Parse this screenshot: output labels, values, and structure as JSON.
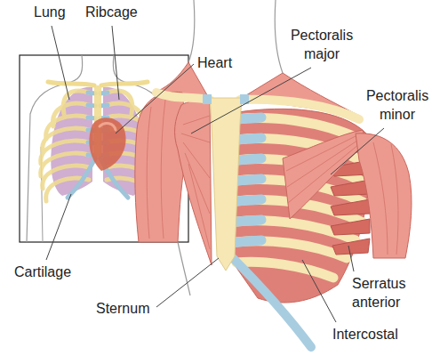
{
  "diagram": {
    "labels": [
      "Lung",
      "Ribcage",
      "Heart",
      "Pectoralis major",
      "Pectoralis minor",
      "Cartilage",
      "Sternum",
      "Serratus anterior",
      "Intercostal"
    ]
  }
}
